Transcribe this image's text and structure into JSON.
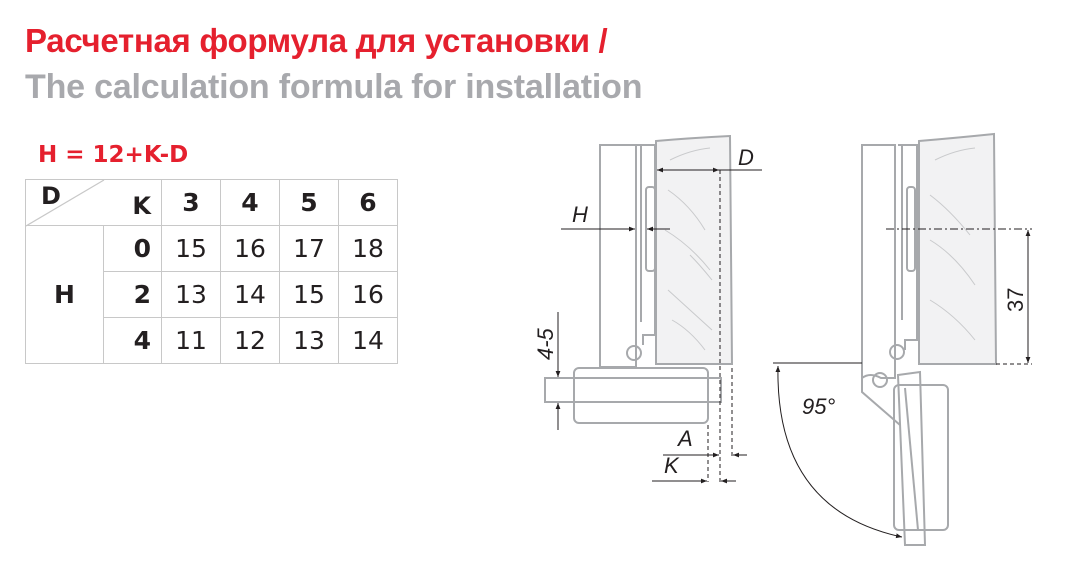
{
  "title": {
    "ru": "Расчетная формула для установки /",
    "en": "The calculation formula for installation"
  },
  "formula": "H = 12+K-D",
  "table": {
    "corner_row_label": "D",
    "corner_col_label": "K",
    "row_group_label": "H",
    "columns": [
      "3",
      "4",
      "5",
      "6"
    ],
    "rows": [
      {
        "k": "0",
        "values": [
          "15",
          "16",
          "17",
          "18"
        ]
      },
      {
        "k": "2",
        "values": [
          "13",
          "14",
          "15",
          "16"
        ]
      },
      {
        "k": "4",
        "values": [
          "11",
          "12",
          "13",
          "14"
        ]
      }
    ]
  },
  "diagram": {
    "labels": {
      "D": "D",
      "H": "H",
      "gap": "4-5",
      "A": "A",
      "K": "K",
      "depth": "37",
      "angle": "95°"
    },
    "colors": {
      "line": "#a7a9ac",
      "wood": "#f2f2f3",
      "dim": "#231f20",
      "accent": "#e5202e"
    }
  }
}
